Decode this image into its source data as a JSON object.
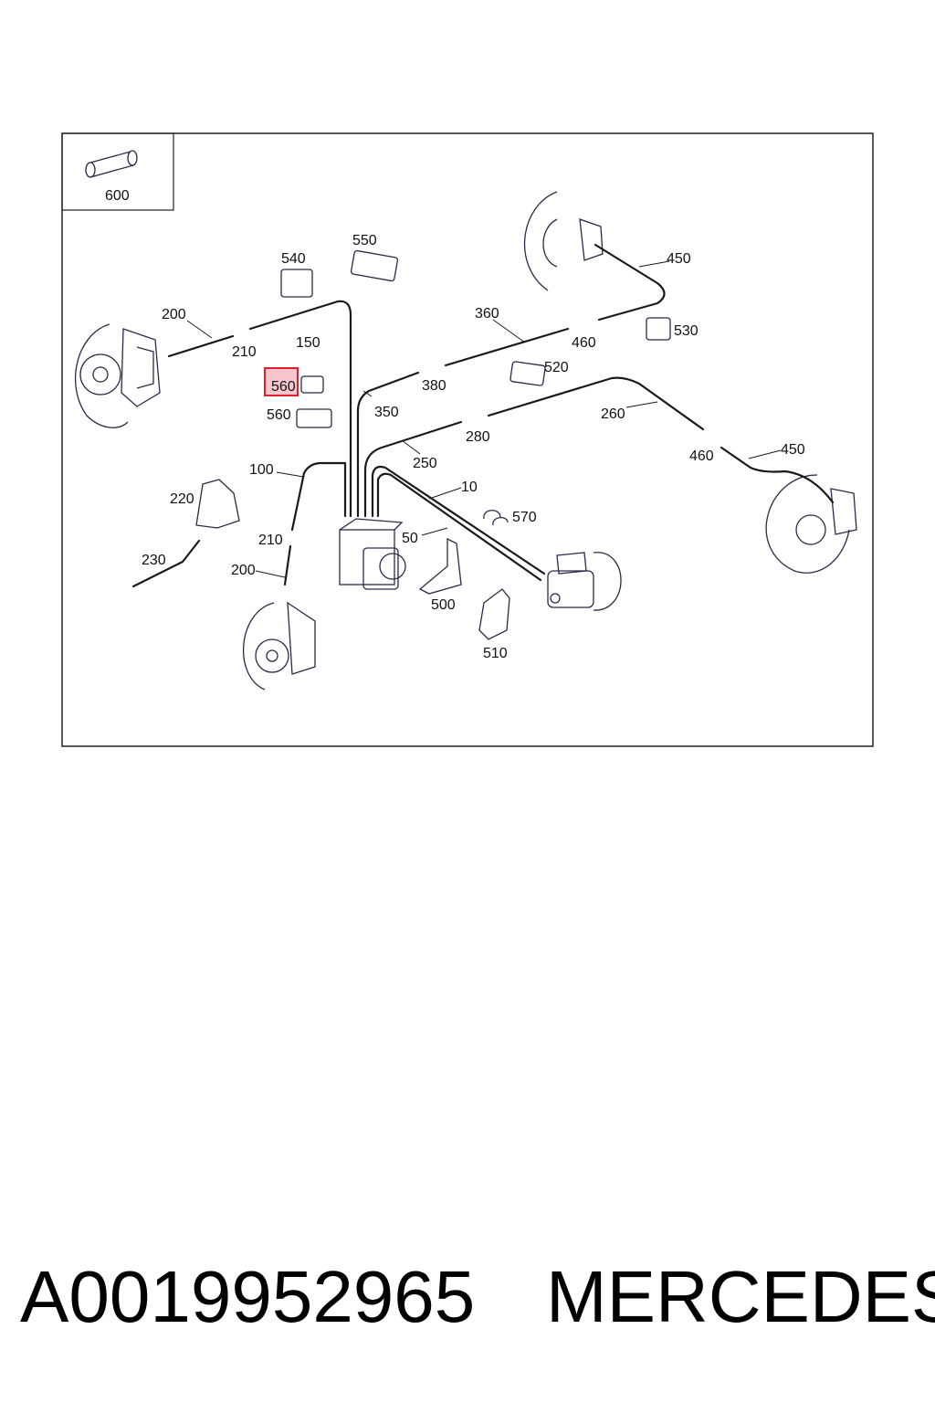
{
  "diagram": {
    "callouts": [
      {
        "id": "c600",
        "text": "600"
      },
      {
        "id": "c550",
        "text": "550"
      },
      {
        "id": "c540",
        "text": "540"
      },
      {
        "id": "c450a",
        "text": "450"
      },
      {
        "id": "c530",
        "text": "530"
      },
      {
        "id": "c200a",
        "text": "200"
      },
      {
        "id": "c210a",
        "text": "210"
      },
      {
        "id": "c150",
        "text": "150"
      },
      {
        "id": "c360",
        "text": "360"
      },
      {
        "id": "c460a",
        "text": "460"
      },
      {
        "id": "c520",
        "text": "520"
      },
      {
        "id": "c380",
        "text": "380"
      },
      {
        "id": "c560a",
        "text": "560"
      },
      {
        "id": "c350",
        "text": "350"
      },
      {
        "id": "c560b",
        "text": "560"
      },
      {
        "id": "c260",
        "text": "260"
      },
      {
        "id": "c280",
        "text": "280"
      },
      {
        "id": "c250",
        "text": "250"
      },
      {
        "id": "c460b",
        "text": "460"
      },
      {
        "id": "c450b",
        "text": "450"
      },
      {
        "id": "c100",
        "text": "100"
      },
      {
        "id": "c10",
        "text": "10"
      },
      {
        "id": "c220",
        "text": "220"
      },
      {
        "id": "c570",
        "text": "570"
      },
      {
        "id": "c50",
        "text": "50"
      },
      {
        "id": "c210b",
        "text": "210"
      },
      {
        "id": "c230",
        "text": "230"
      },
      {
        "id": "c200b",
        "text": "200"
      },
      {
        "id": "c500",
        "text": "500"
      },
      {
        "id": "c510",
        "text": "510"
      }
    ],
    "highlighted_callout": "560",
    "highlight_color": "#e0202a",
    "highlight_fill": "#f6c6cc",
    "line_color": "#1a1a1a",
    "part_color": "#2a2a4a"
  },
  "caption": {
    "part_number": "A0019952965",
    "brand": "MERCEDES"
  }
}
